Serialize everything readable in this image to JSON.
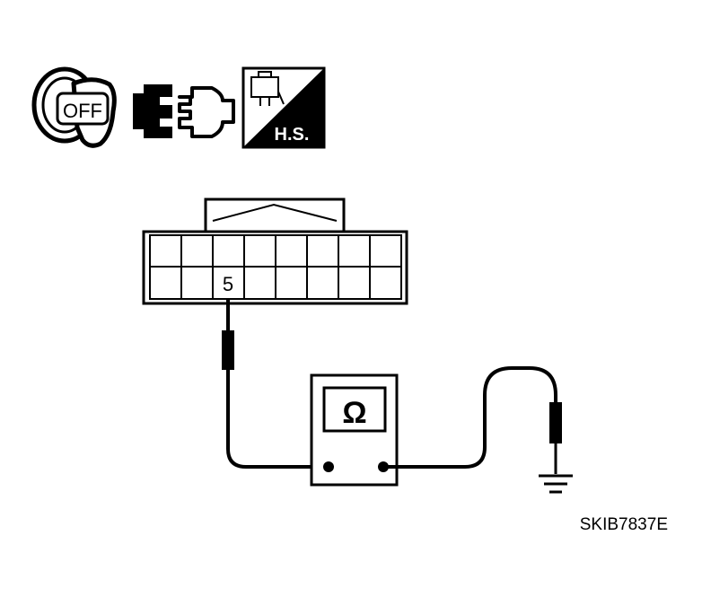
{
  "icons": {
    "ignition": {
      "name": "ignition-key-icon",
      "label": "OFF"
    },
    "connector": {
      "name": "disconnect-connector-icon"
    },
    "harness": {
      "name": "harness-side-icon",
      "label": "H.S."
    }
  },
  "connector": {
    "terminal_label": "5"
  },
  "meter": {
    "symbol": "Ω"
  },
  "figure_code": "SKIB7837E"
}
